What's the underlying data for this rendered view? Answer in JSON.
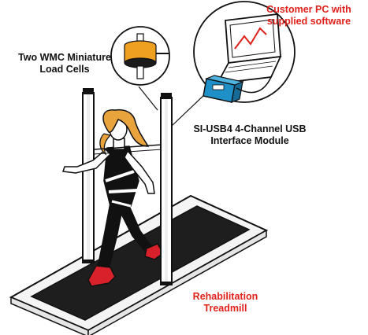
{
  "labels": {
    "load_cells": {
      "line1": "Two WMC Miniature",
      "line2": "Load Cells"
    },
    "customer_pc": {
      "line1": "Customer PC with",
      "line2": "supplied software"
    },
    "usb_module": {
      "line1": "SI-USB4 4-Channel USB",
      "line2": "Interface Module"
    },
    "treadmill": {
      "line1": "Rehabilitation",
      "line2": "Treadmill"
    }
  },
  "colors": {
    "callout_text": "#e0211b",
    "body_text": "#111111",
    "outline": "#111111",
    "hair": "#e8a33c",
    "shoe": "#d8212a",
    "usb_module": "#1f8fc8",
    "load_cell": "#f0a020",
    "chart_line": "#e0211b"
  }
}
